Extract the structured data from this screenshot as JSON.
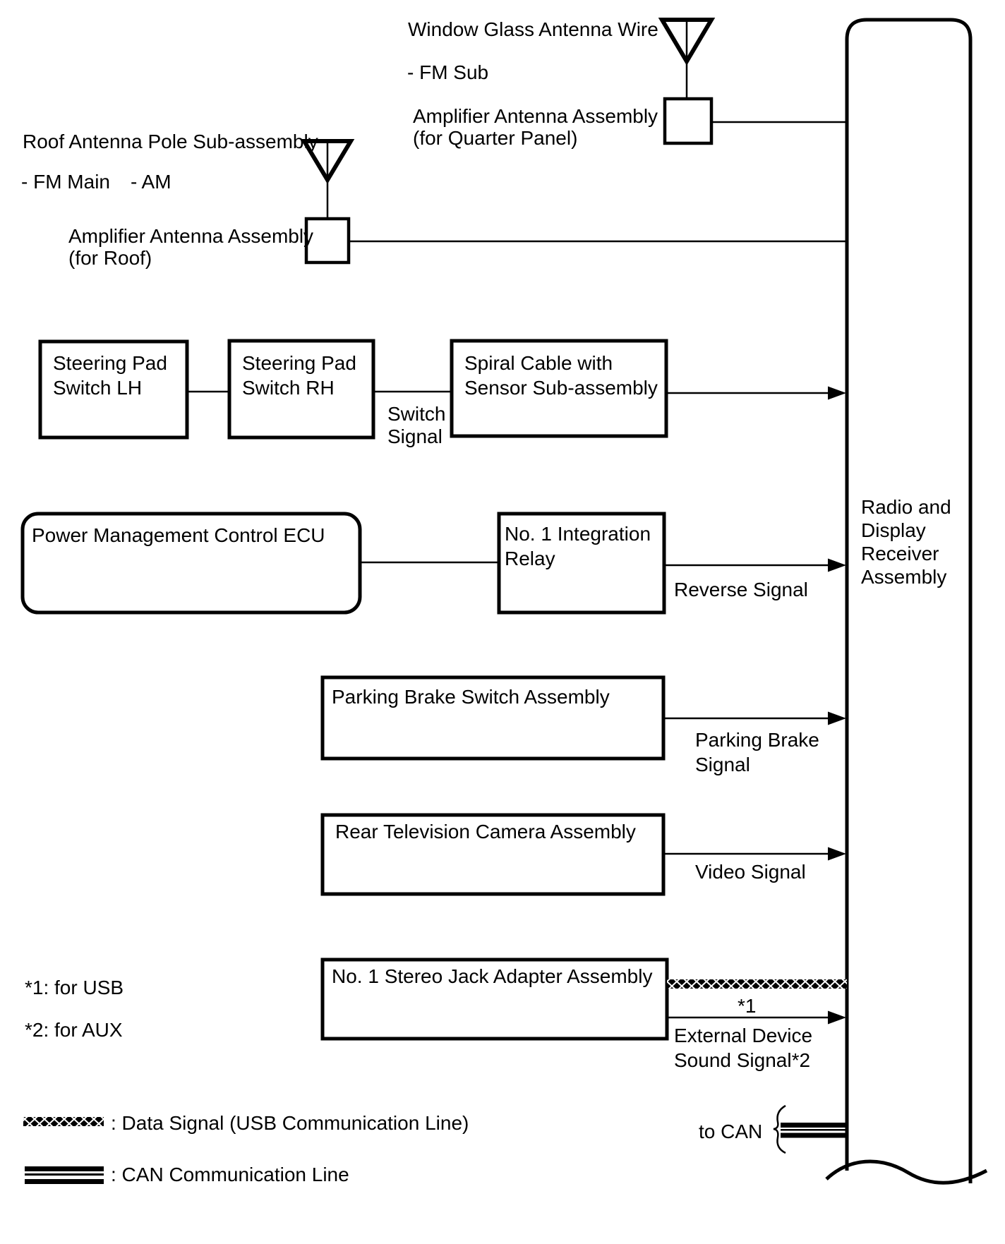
{
  "colors": {
    "ink": "#000000",
    "paper": "#ffffff"
  },
  "receiver": {
    "lines": [
      "Radio and",
      "Display",
      "Receiver",
      "Assembly"
    ]
  },
  "quarter_antenna": {
    "name": "Window Glass Antenna Wire",
    "band": "- FM Sub",
    "amp1": "Amplifier Antenna Assembly",
    "amp2": "(for Quarter Panel)"
  },
  "roof_antenna": {
    "name": "Roof Antenna Pole Sub-assembly",
    "band1": "- FM Main",
    "band2": "- AM",
    "amp1": "Amplifier Antenna Assembly",
    "amp2": "(for Roof)"
  },
  "boxes": {
    "steering_lh": {
      "lines": [
        "Steering Pad",
        "Switch LH"
      ]
    },
    "steering_rh": {
      "lines": [
        "Steering Pad",
        "Switch RH"
      ]
    },
    "spiral": {
      "lines": [
        "Spiral Cable with",
        "Sensor Sub-assembly"
      ]
    },
    "ecu": {
      "label": "Power Management Control ECU"
    },
    "relay": {
      "lines": [
        "No. 1 Integration",
        "Relay"
      ]
    },
    "parking": {
      "label": "Parking Brake Switch Assembly"
    },
    "camera": {
      "label": "Rear Television Camera Assembly"
    },
    "stereo": {
      "label": "No. 1 Stereo Jack Adapter Assembly"
    }
  },
  "signals": {
    "switch": {
      "lines": [
        "Switch",
        "Signal"
      ]
    },
    "reverse": "Reverse Signal",
    "parking": {
      "lines": [
        "Parking Brake",
        "Signal"
      ]
    },
    "video": "Video Signal",
    "usb_note": "*1",
    "external": {
      "lines": [
        "External Device",
        "Sound Signal*2"
      ]
    },
    "to_can": "to CAN"
  },
  "footnotes": {
    "usb": "*1: for USB",
    "aux": "*2: for AUX"
  },
  "legend": {
    "data_signal": ": Data Signal (USB Communication Line)",
    "can": ": CAN Communication Line"
  }
}
